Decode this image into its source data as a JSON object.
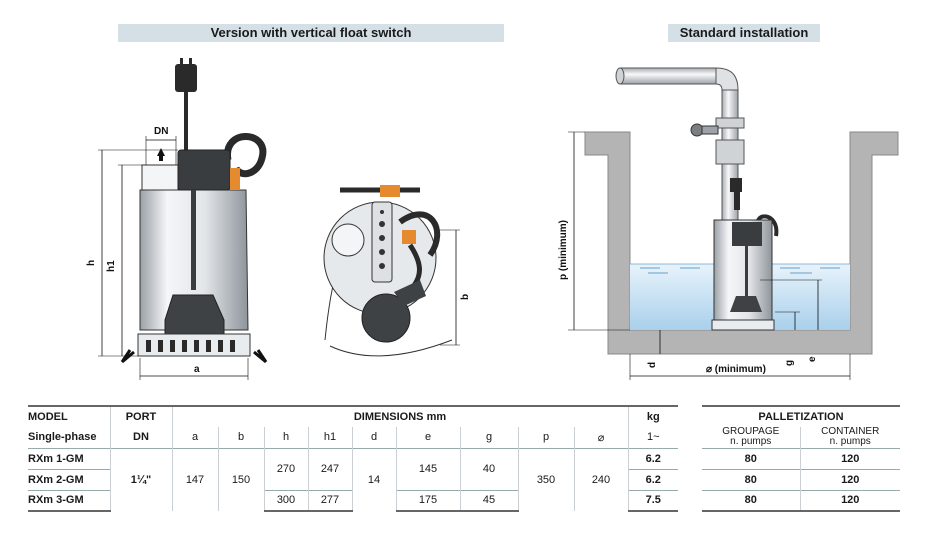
{
  "headers": {
    "left": "Version with vertical float switch",
    "right": "Standard installation"
  },
  "drawing_labels": {
    "dn": "DN",
    "h": "h",
    "h1": "h1",
    "a": "a",
    "b": "b",
    "p": "p (minimum)",
    "d": "d",
    "g": "g",
    "e": "e",
    "diam_min": "⌀ (minimum)"
  },
  "dimensions_table": {
    "col_model": "MODEL",
    "col_port": "PORT",
    "col_dims": "DIMENSIONS mm",
    "col_kg": "kg",
    "sub_model": "Single-phase",
    "sub_port": "DN",
    "sub_cols": [
      "a",
      "b",
      "h",
      "h1",
      "d",
      "e",
      "g",
      "p",
      "⌀"
    ],
    "sub_kg": "1~",
    "rows": [
      {
        "model": "RXm 1-GM",
        "h": "270",
        "h1": "247",
        "e": "145",
        "g": "40",
        "kg": "6.2"
      },
      {
        "model": "RXm 2-GM",
        "kg": "6.2"
      },
      {
        "model": "RXm 3-GM",
        "h": "300",
        "h1": "277",
        "e": "175",
        "g": "45",
        "kg": "7.5"
      }
    ],
    "shared": {
      "port": "1¼\"",
      "a": "147",
      "b": "150",
      "d": "14",
      "p": "350",
      "diam": "240"
    }
  },
  "palletization": {
    "title": "PALLETIZATION",
    "groupage_1": "GROUPAGE",
    "groupage_2": "n. pumps",
    "container_1": "CONTAINER",
    "container_2": "n. pumps",
    "rows": [
      {
        "groupage": "80",
        "container": "120"
      },
      {
        "groupage": "80",
        "container": "120"
      },
      {
        "groupage": "80",
        "container": "120"
      }
    ]
  }
}
